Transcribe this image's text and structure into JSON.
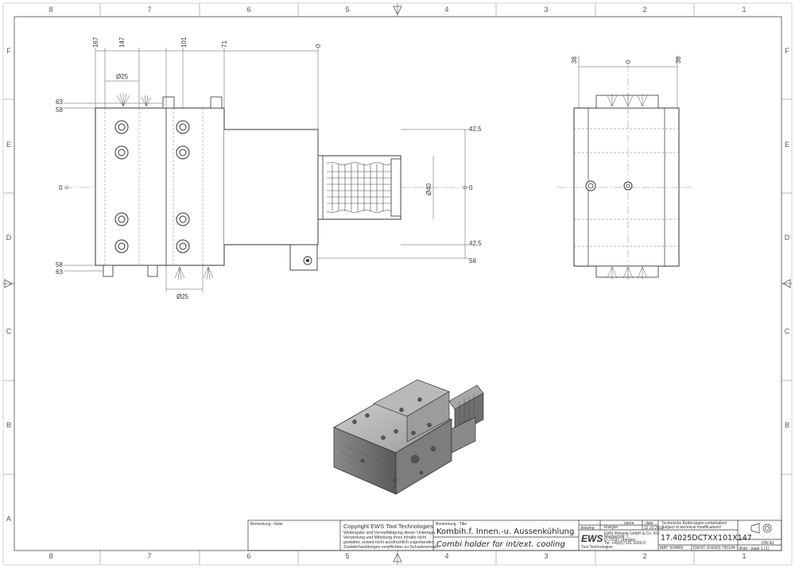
{
  "zones": {
    "columns": [
      "8",
      "7",
      "6",
      "5",
      "4",
      "3",
      "2",
      "1"
    ],
    "rows": [
      "F",
      "E",
      "D",
      "C",
      "B",
      "A"
    ]
  },
  "front_view": {
    "top_dims": [
      "167",
      "147",
      "101",
      "71",
      "0"
    ],
    "dia_top": "Ø25",
    "dia_bottom": "Ø25",
    "left_dims": [
      "63",
      "58",
      "0",
      "58",
      "63"
    ],
    "right_dims": [
      "42,5",
      "0",
      "42,5",
      "56"
    ],
    "shank_dia": "Ø40"
  },
  "side_view": {
    "top_dims": [
      "38",
      "0",
      "38"
    ]
  },
  "title_block": {
    "remark_header": "Bemerkung - Note",
    "copyright_title": "Copyright EWS Tool Technologies",
    "copyright_lines": [
      "Weitergabe und Vervielfältigung dieser Unterlage,",
      "Verwertung und Mitteilung ihres Inhalts nicht",
      "gestattet, soweit nicht ausdrücklich zugestanden.",
      "Zuwiderhandlungen verpflichten zu Schadenersatz."
    ],
    "designation_header": "Benennung - Title",
    "title_de": "Kombih.f. Innen.-u. Aussenkühlung",
    "title_en": "Combi holder for int/ext. cooling",
    "col_name": "name",
    "col_date": "date",
    "row_drawing": "drawing",
    "drawn_name": "Ruegler",
    "drawn_date": "12.10.2011",
    "changes_de": "Technische Änderungen vorbehalten!",
    "changes_en": "Subject to technical modifications!",
    "part_number": "17.4025DCTXX101X147",
    "logo": "EWS",
    "logo_sub": "Tool Technologies",
    "company_lines": [
      "EWS Weigele GmbH & Co. KG",
      "Maybachstr. 1",
      "D-73037 Uhingen",
      "Tel. +49(0)7161 9303-0"
    ],
    "mat_no": "MAT: 504869",
    "ident": "IDENT.-D-EWS-790194 -",
    "format": "DIN A2",
    "sheet": "Blatt - page  1 (1)"
  }
}
